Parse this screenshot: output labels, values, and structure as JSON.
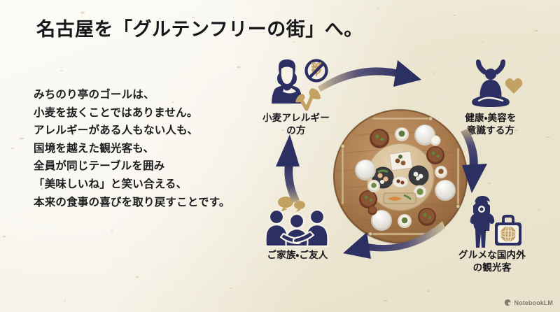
{
  "slide": {
    "headline": "名古屋を「グルテンフリーの街」へ。",
    "background_color": "#f3efe1",
    "accent_navy": "#2b2f62",
    "accent_gold": "#c2a162",
    "text_color": "#18171b"
  },
  "body_copy": {
    "lines": [
      "みちのり亭のゴールは、",
      "小麦を抜くことではありません。",
      "アレルギーがある人もない人も、",
      "国境を越えた観光客も、",
      "全員が同じテーブルを囲み",
      "「美味しいね」と笑い合える、",
      "本来の食事の喜びを取り戻すことです。"
    ]
  },
  "cycle": {
    "center": {
      "name": "round-table-japanese-meal",
      "description": "丸テーブルの和食"
    },
    "nodes": [
      {
        "id": "allergy",
        "icon": "woman-no-wheat-leaf-icon",
        "label_lines": [
          "小麦アレルギー",
          "の方"
        ]
      },
      {
        "id": "health",
        "icon": "yoga-heart-icon",
        "label_lines": [
          "健康・美容を",
          "意識する方"
        ]
      },
      {
        "id": "tourist",
        "icon": "tourist-camera-suitcase-icon",
        "label_lines": [
          "グルメな国内外",
          "の観光客"
        ]
      },
      {
        "id": "family",
        "icon": "family-friends-talking-icon",
        "label_lines": [
          "ご家族・ご友人"
        ]
      }
    ],
    "arrows": [
      {
        "id": "top",
        "direction": "right",
        "icon": "curved-arrow-icon"
      },
      {
        "id": "right",
        "direction": "down",
        "icon": "curved-arrow-icon"
      },
      {
        "id": "bottom",
        "direction": "left",
        "icon": "curved-arrow-icon"
      },
      {
        "id": "left",
        "direction": "up",
        "icon": "curved-arrow-icon"
      }
    ]
  },
  "watermark": {
    "icon": "notebooklm-icon",
    "label": "NotebookLM"
  }
}
